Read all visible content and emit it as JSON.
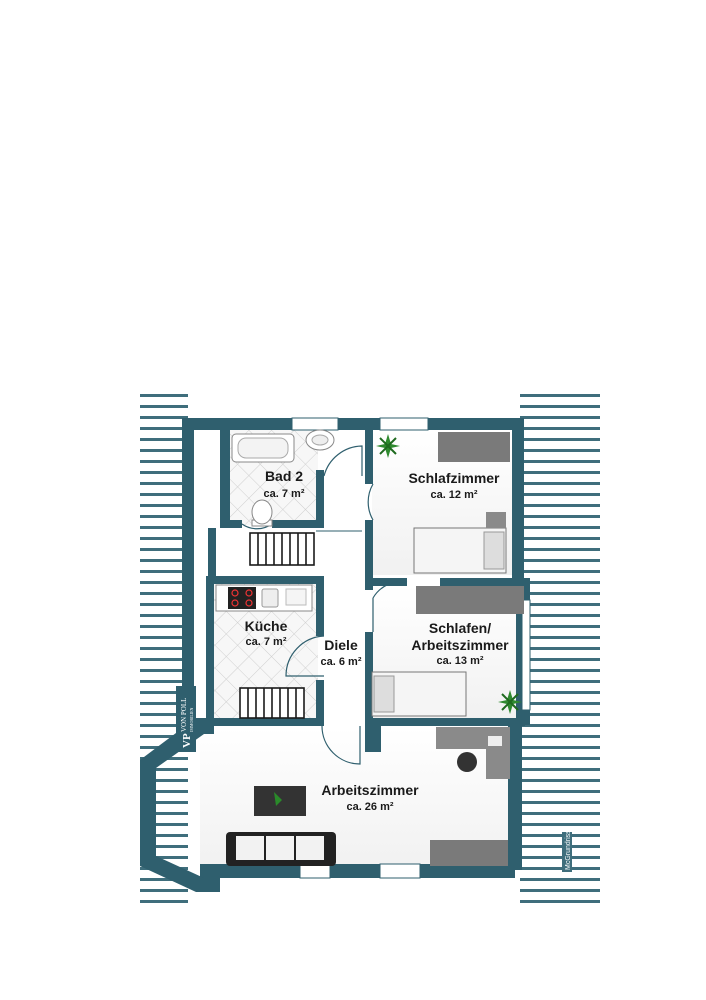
{
  "rooms": [
    {
      "key": "bad2",
      "name": "Bad 2",
      "area": "ca. 7 m²"
    },
    {
      "key": "schlafzimmer",
      "name": "Schlafzimmer",
      "area": "ca. 12 m²"
    },
    {
      "key": "kueche",
      "name": "Küche",
      "area": "ca. 7 m²"
    },
    {
      "key": "diele",
      "name": "Diele",
      "area": "ca. 6 m²"
    },
    {
      "key": "schlafen",
      "name": "Schlafen/",
      "name2": "Arbeitszimmer",
      "area": "ca. 13 m²"
    },
    {
      "key": "arbeitszimmer",
      "name": "Arbeitszimmer",
      "area": "ca. 26 m²"
    }
  ],
  "logo": {
    "initials": "VP",
    "brand": "VON POLL",
    "tagline": "IMMOBILIEN"
  },
  "credit": "McGrundriss",
  "colors": {
    "wall": "#2f5f6e",
    "roof": "#3f6e7c",
    "floor": "#ffffff",
    "tile": "#e8e8e8",
    "furniture": "#6b6b6b"
  }
}
